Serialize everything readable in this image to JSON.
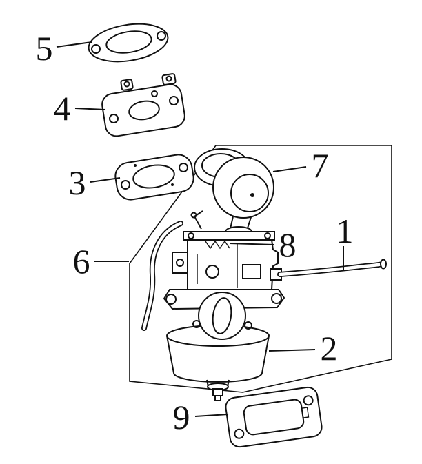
{
  "colors": {
    "background": "#ffffff",
    "line": "#111111"
  },
  "callouts": [
    {
      "num": "1"
    },
    {
      "num": "2"
    },
    {
      "num": "3"
    },
    {
      "num": "4"
    },
    {
      "num": "5"
    },
    {
      "num": "6"
    },
    {
      "num": "7"
    },
    {
      "num": "8"
    },
    {
      "num": "9"
    }
  ]
}
